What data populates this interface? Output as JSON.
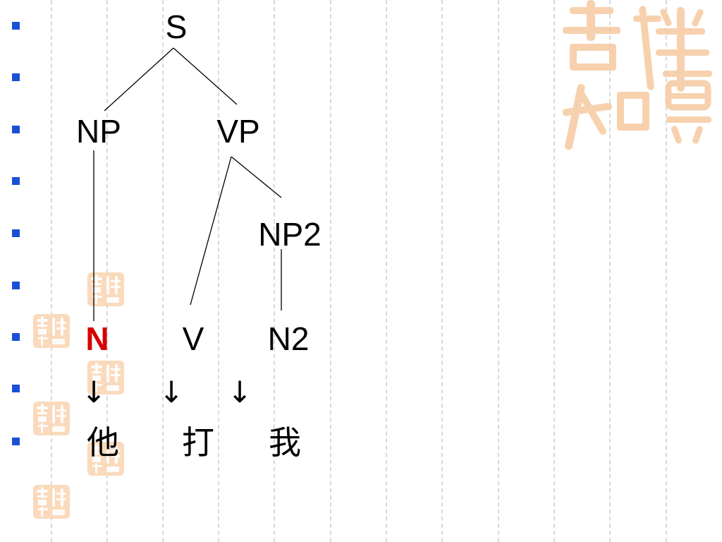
{
  "tree": {
    "nodes": {
      "s": "S",
      "np": "NP",
      "vp": "VP",
      "np2": "NP2",
      "n": "N",
      "v": "V",
      "n2": "N2"
    },
    "words": {
      "n": "他",
      "v": "打",
      "n2": "我"
    },
    "arrows": {
      "n": "↓",
      "v": "↓",
      "n2": "↓"
    },
    "highlight_color": "#d40000"
  },
  "decor": {
    "bullet_color": "#1a4fd6",
    "watermark_color": "#f6c9a0",
    "watermark_glyphs": [
      "吉",
      "祥",
      "如",
      "意"
    ]
  }
}
